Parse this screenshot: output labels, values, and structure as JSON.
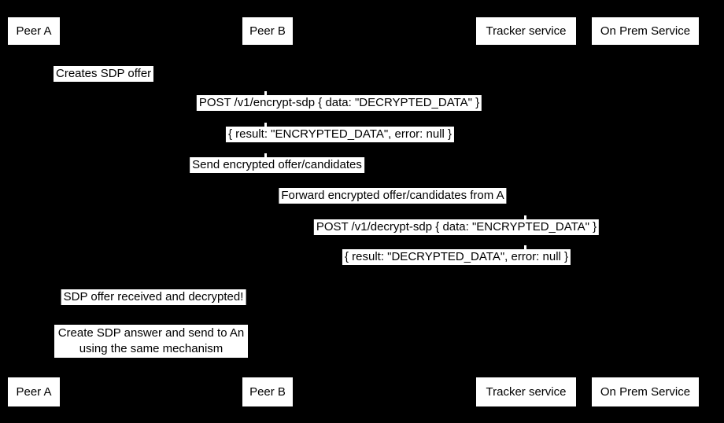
{
  "diagram": {
    "type": "sequence-diagram",
    "colors": {
      "background": "#000000",
      "label_fill": "#ffffff",
      "label_text": "#000000"
    },
    "actors": [
      {
        "label": "Peer A"
      },
      {
        "label": "Peer B"
      },
      {
        "label": "Tracker service"
      },
      {
        "label": "On Prem Service"
      }
    ],
    "messages": [
      {
        "text": "Creates SDP offer"
      },
      {
        "text": "POST /v1/encrypt-sdp { data: \"DECRYPTED_DATA\" }"
      },
      {
        "text": "{ result: \"ENCRYPTED_DATA\", error: null }"
      },
      {
        "text": "Send encrypted offer/candidates"
      },
      {
        "text": "Forward encrypted offer/candidates from A"
      },
      {
        "text": "POST /v1/decrypt-sdp { data: \"ENCRYPTED_DATA\" }"
      },
      {
        "text": "{ result: \"DECRYPTED_DATA\", error: null }"
      },
      {
        "text": "SDP offer received and decrypted!"
      },
      {
        "line1": "Create SDP answer and send to An",
        "line2": "using the same mechanism"
      }
    ]
  }
}
